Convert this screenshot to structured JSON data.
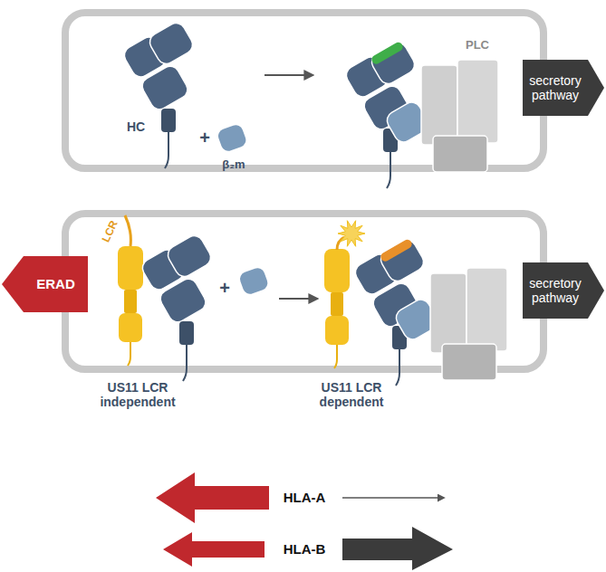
{
  "diagram": {
    "nodes": [
      {
        "text": [
          "secretory pathway"
        ]
      },
      {
        "text": [
          "ERAD"
        ]
      },
      {
        "text": [
          "secretory pathway"
        ]
      }
    ],
    "labels": [
      "HC",
      "+",
      "β₂m",
      "PLC",
      "LCR",
      "+",
      "US11 LCR independent",
      "US11 LCR dependent",
      "HLA-A",
      "HLA-B"
    ]
  }
}
